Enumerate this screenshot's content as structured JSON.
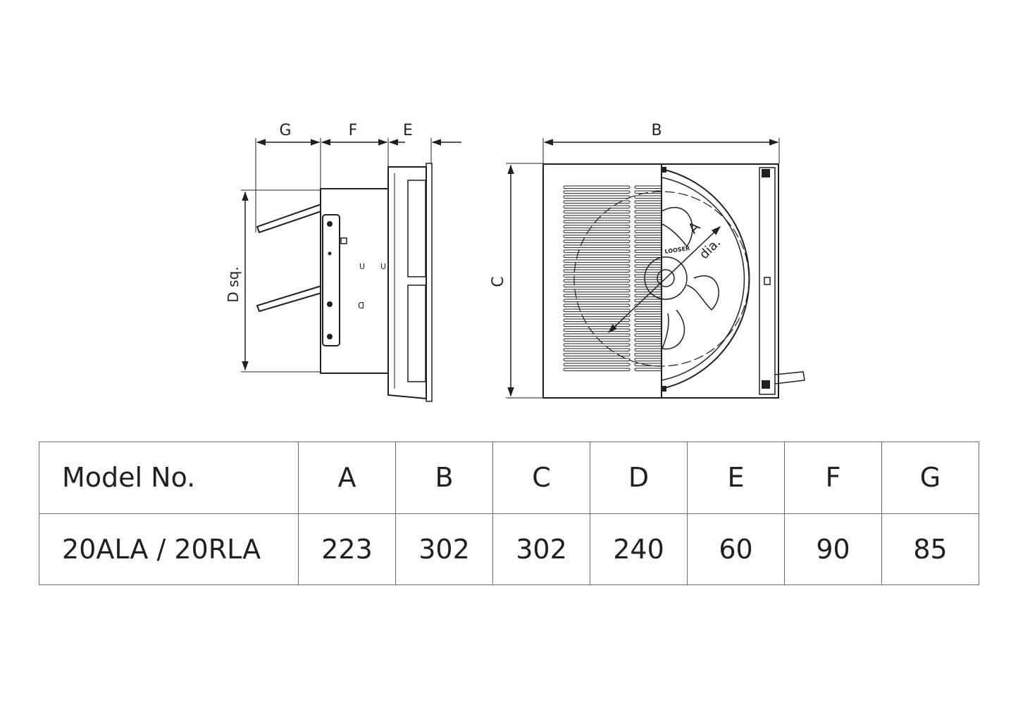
{
  "diagram": {
    "dimension_labels": {
      "g": "G",
      "f": "F",
      "e": "E",
      "b": "B",
      "c": "C",
      "d": "D sq.",
      "a": "A",
      "a_suffix": "dia."
    },
    "brand_mark": "LOOSER"
  },
  "table": {
    "headers": [
      "Model No.",
      "A",
      "B",
      "C",
      "D",
      "E",
      "F",
      "G"
    ],
    "rows": [
      [
        "20ALA / 20RLA",
        "223",
        "302",
        "302",
        "240",
        "60",
        "90",
        "85"
      ]
    ]
  }
}
